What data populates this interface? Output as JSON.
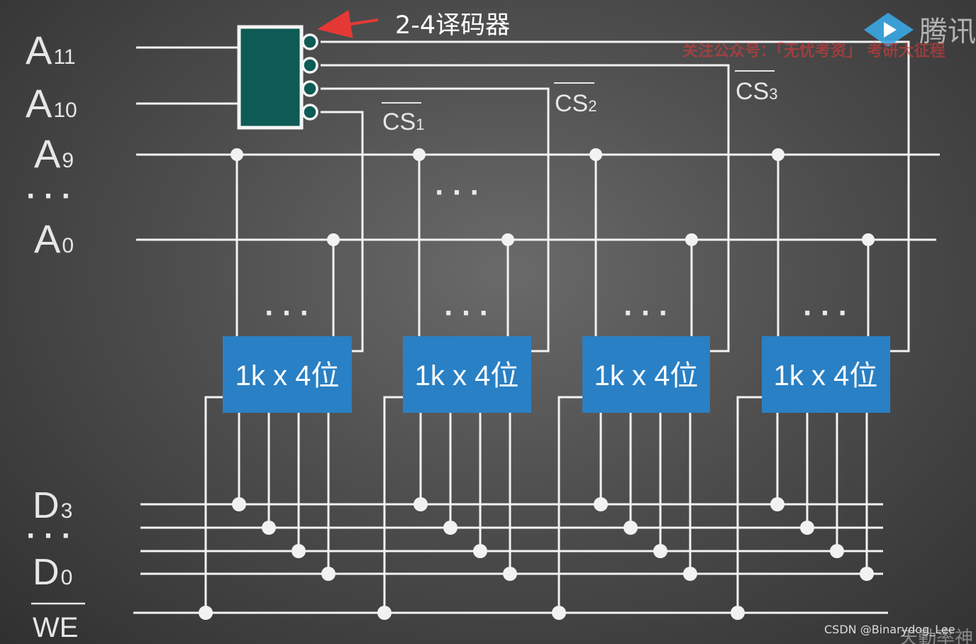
{
  "labels": {
    "a11": "A",
    "a11_sub": "11",
    "a10": "A",
    "a10_sub": "10",
    "a9": "A",
    "a9_sub": "9",
    "a0": "A",
    "a0_sub": "0",
    "d3": "D",
    "d3_sub": "3",
    "d0": "D",
    "d0_sub": "0",
    "we": "WE",
    "cs1": "CS",
    "cs1_sub": "1",
    "cs2": "CS",
    "cs2_sub": "2",
    "cs3": "CS",
    "cs3_sub": "3",
    "ellipsis": "· · ·"
  },
  "decoder": {
    "callout": "2-4译码器"
  },
  "chips": [
    {
      "label": "1k x 4位"
    },
    {
      "label": "1k x 4位"
    },
    {
      "label": "1k x 4位"
    },
    {
      "label": "1k x 4位"
    }
  ],
  "watermark": {
    "notice": "关注公众号：「无忧考资」 考研大征程",
    "brand": "腾讯",
    "brand_bottom": "天勤率神"
  },
  "credit": "CSDN @Binarydog_Lee",
  "colors": {
    "background": "#4e4e4e",
    "wire": "#f2f2f2",
    "chip": "#2a80c4",
    "decoder": "#0e5a55",
    "arrow": "#e53935"
  }
}
